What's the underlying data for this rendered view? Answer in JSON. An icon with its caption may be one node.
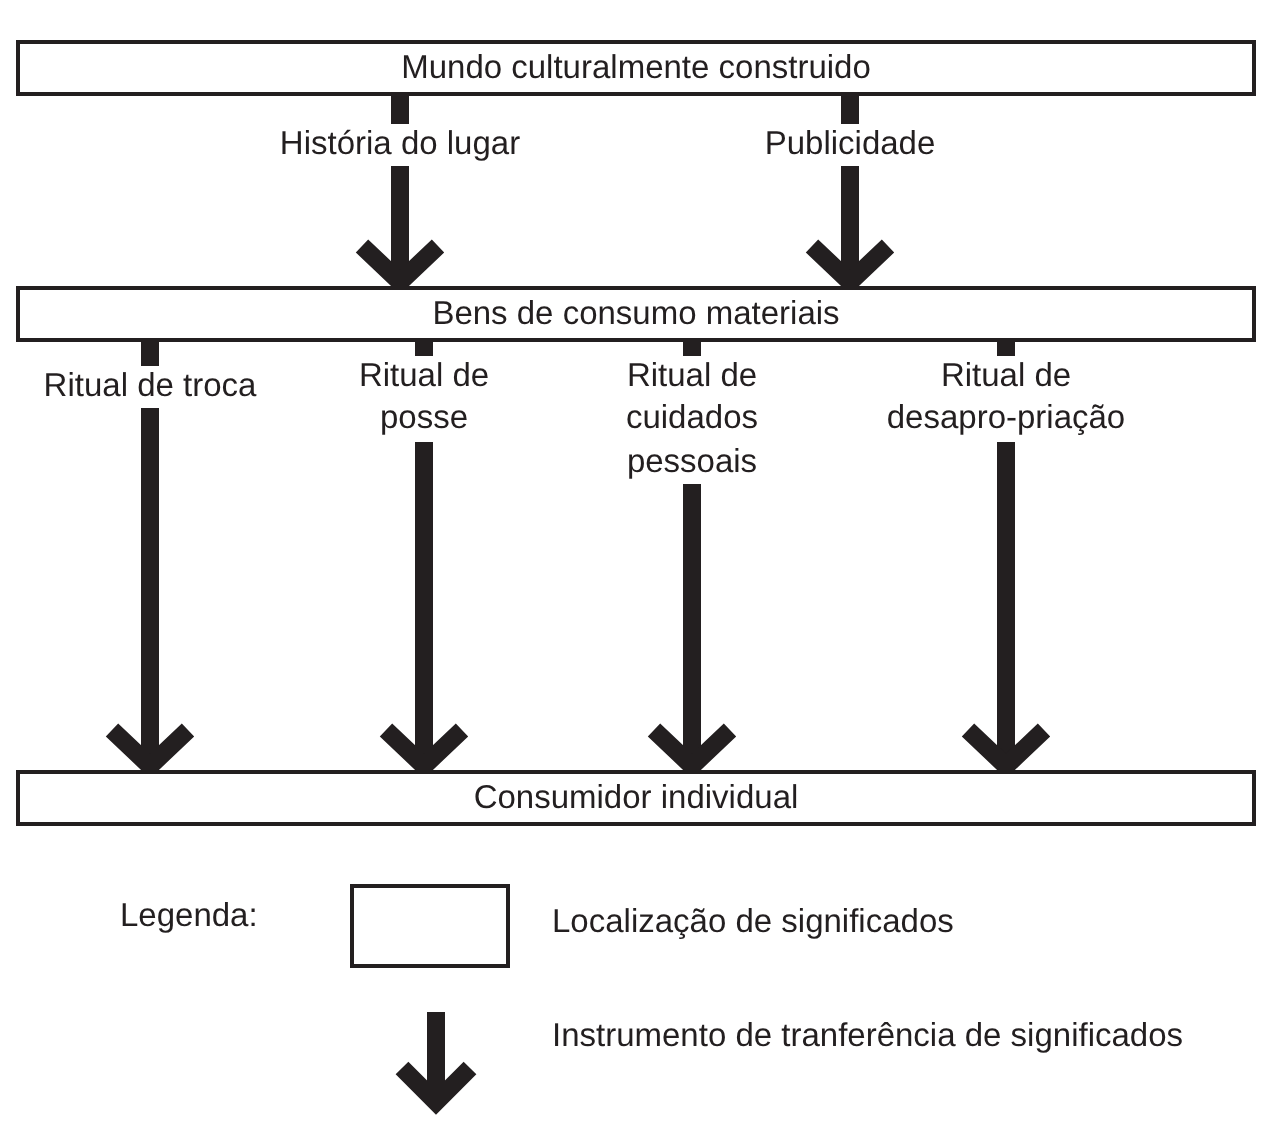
{
  "diagram": {
    "nodes": [
      {
        "text": [
          "Mundo culturalmente construido"
        ]
      },
      {
        "text": [
          "Bens de consumo materiais"
        ]
      },
      {
        "text": [
          "Consumidor individual"
        ]
      },
      {
        "text": [],
        "shape": "box"
      }
    ],
    "edges": [
      {
        "from": 0,
        "to": 1,
        "arrow": "to",
        "label": "História do lugar"
      },
      {
        "from": 0,
        "to": 1,
        "arrow": "to",
        "label": "Publicidade"
      },
      {
        "from": 1,
        "to": 2,
        "arrow": "to",
        "label": "Ritual de troca"
      },
      {
        "from": 1,
        "to": 2,
        "arrow": "to",
        "label": "Ritual de posse"
      },
      {
        "from": 1,
        "to": 2,
        "arrow": "to",
        "label": "Ritual de cuidados pessoais"
      },
      {
        "from": 1,
        "to": 2,
        "arrow": "to",
        "label": "Ritual de desapro-priação"
      }
    ],
    "labels": [
      "Legenda:"
    ],
    "legend": [
      {
        "text": "Localização de significados"
      },
      {
        "text": "Instrumento de tranferência de significados"
      }
    ]
  }
}
